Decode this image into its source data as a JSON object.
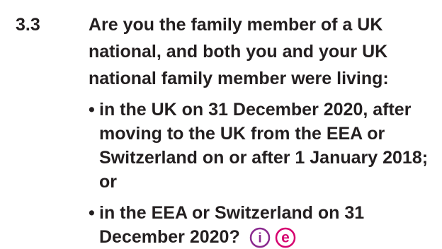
{
  "question": {
    "number": "3.3",
    "text": "Are you the family member of a UK national, and both you and your UK national family member were living:",
    "bullets": [
      {
        "mark": "•",
        "text": "in the UK on 31 December 2020, after moving to the UK from the EEA or Switzerland on or after 1 January 2018; or"
      },
      {
        "mark": "•",
        "text": "in the EEA or Switzerland on 31 December 2020?"
      }
    ]
  },
  "icons": {
    "info": {
      "name": "info-icon",
      "letter": "i",
      "color": "#8a2a8f"
    },
    "example": {
      "name": "example-icon",
      "letter": "e",
      "color": "#d6006f"
    }
  }
}
